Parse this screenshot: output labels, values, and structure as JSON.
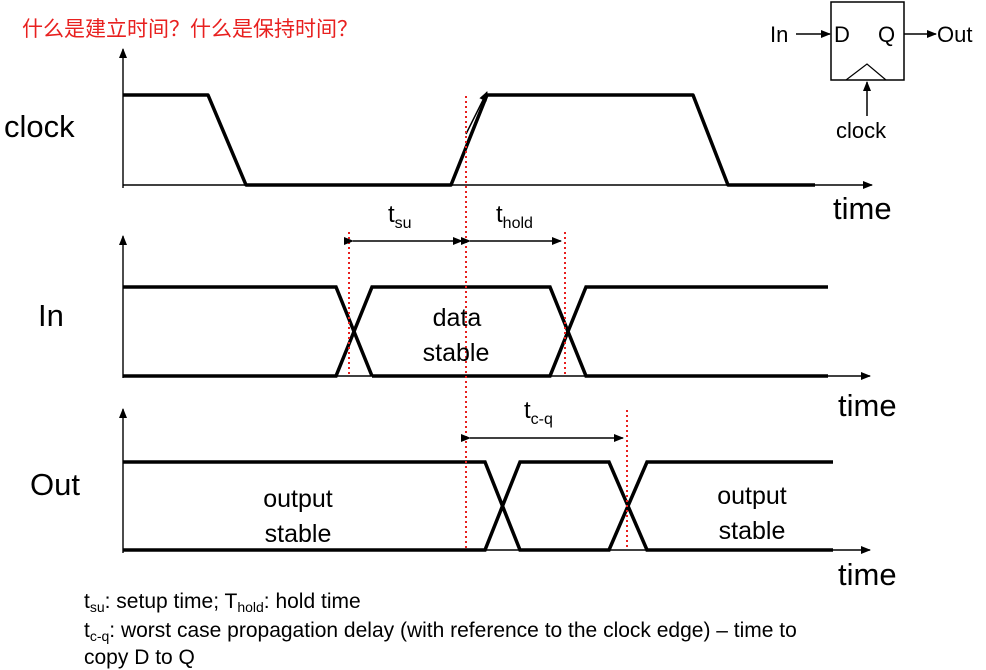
{
  "title": "什么是建立时间？什么是保持时间？",
  "flipflop": {
    "in": "In",
    "d": "D",
    "q": "Q",
    "out": "Out",
    "clock": "clock"
  },
  "signals": {
    "clock": "clock",
    "in": "In",
    "out": "Out"
  },
  "axis_label": "time",
  "timing": {
    "tsu_main": "t",
    "tsu_sub": "su",
    "thold_main": "t",
    "thold_sub": "hold",
    "tcq_main": "t",
    "tcq_sub": "c-q"
  },
  "regions": {
    "data_stable_1": "data",
    "data_stable_2": "stable",
    "output_stable_1": "output",
    "output_stable_2": "stable"
  },
  "notes": {
    "line1": {
      "t1": "t",
      "s1": "su",
      "r1": ": setup time; T",
      "s2": "hold",
      "r2": ": hold time"
    },
    "line2": {
      "t1": "t",
      "s1": "c-q",
      "r1": ": worst case propagation delay (with reference to the clock edge) – time to"
    },
    "line3": "copy D to Q"
  },
  "colors": {
    "marker": "#e8201f",
    "trace": "#000000"
  }
}
